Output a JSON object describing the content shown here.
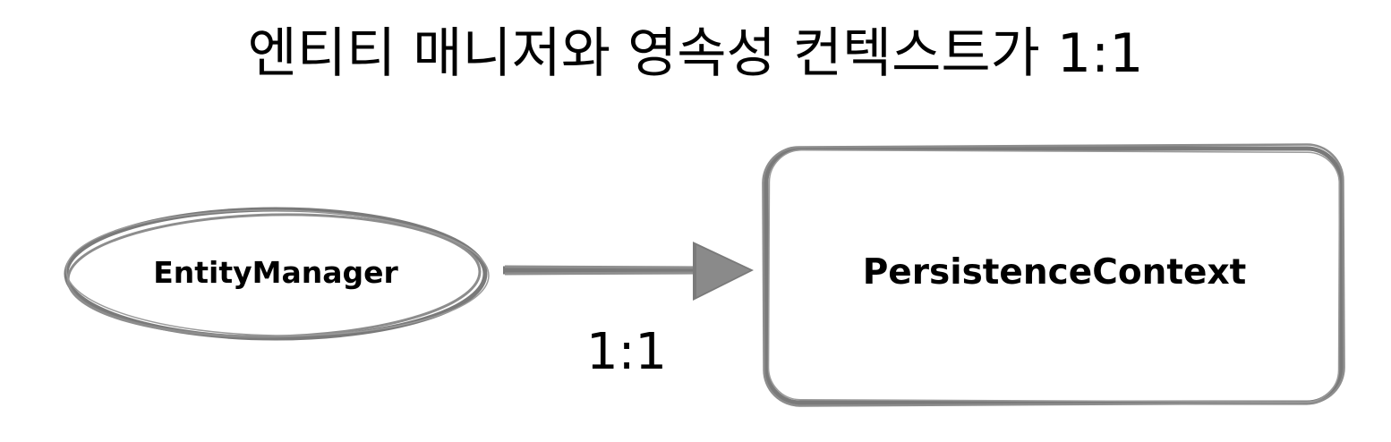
{
  "title": "엔티티 매니저와 영속성 컨텍스트가 1:1",
  "nodes": {
    "entity_manager": {
      "label": "EntityManager",
      "shape": "ellipse"
    },
    "persistence_context": {
      "label": "PersistenceContext",
      "shape": "rounded-rectangle"
    }
  },
  "edge": {
    "from": "EntityManager",
    "to": "PersistenceContext",
    "label": "1:1"
  },
  "colors": {
    "stroke": "#7a7a7a",
    "text": "#000000",
    "background": "#ffffff"
  }
}
